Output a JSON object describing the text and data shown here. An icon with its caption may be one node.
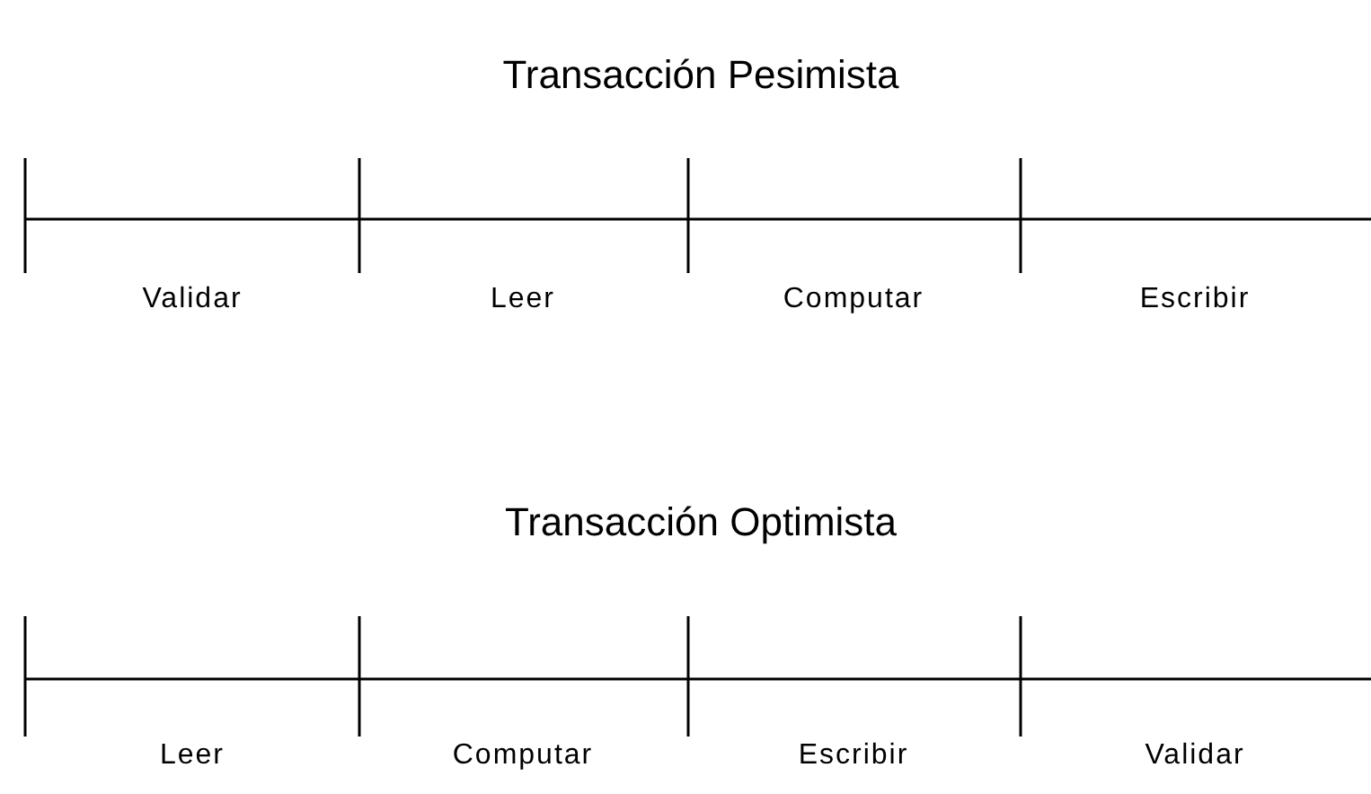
{
  "diagram": {
    "labels": [
      "Transacción Pesimista",
      "Validar",
      "Leer",
      "Computar",
      "Escribir",
      "Transacción Optimista",
      "Leer",
      "Computar",
      "Escribir",
      "Validar"
    ]
  }
}
